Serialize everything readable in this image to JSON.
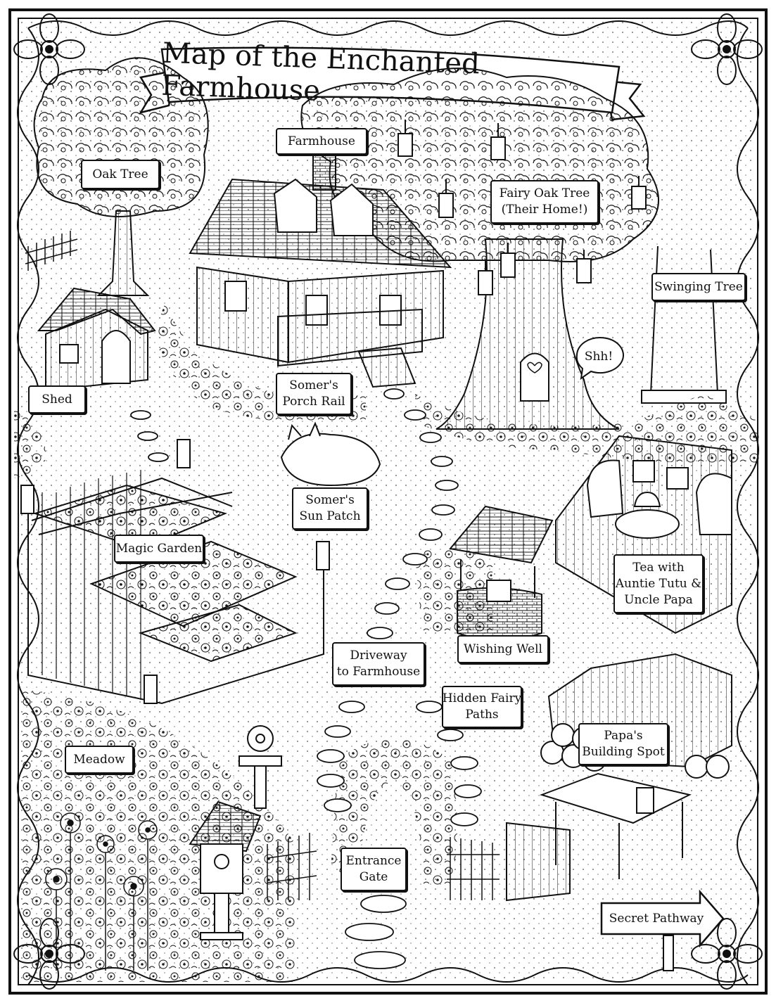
{
  "title": "Map of the Enchanted Farmhouse",
  "speech_bubble": "Shh!",
  "locations": {
    "oak_tree": [
      "Oak Tree"
    ],
    "farmhouse": [
      "Farmhouse"
    ],
    "fairy_oak_tree": [
      "Fairy Oak Tree",
      "(Their Home!)"
    ],
    "swinging_tree": [
      "Swinging Tree"
    ],
    "shed": [
      "Shed"
    ],
    "porch_rail": [
      "Somer's",
      "Porch Rail"
    ],
    "sun_patch": [
      "Somer's",
      "Sun Patch"
    ],
    "magic_garden": [
      "Magic Garden"
    ],
    "tea": [
      "Tea with",
      "Auntie Tutu &",
      "Uncle Papa"
    ],
    "wishing_well": [
      "Wishing Well"
    ],
    "driveway": [
      "Driveway",
      "to Farmhouse"
    ],
    "fairy_paths": [
      "Hidden Fairy",
      "Paths"
    ],
    "building_spot": [
      "Papa's",
      "Building Spot"
    ],
    "meadow": [
      "Meadow"
    ],
    "entrance_gate": [
      "Entrance",
      "Gate"
    ],
    "secret_pathway": [
      "Secret Pathway"
    ]
  },
  "colors": {
    "ink": "#111111",
    "paper": "#ffffff"
  }
}
